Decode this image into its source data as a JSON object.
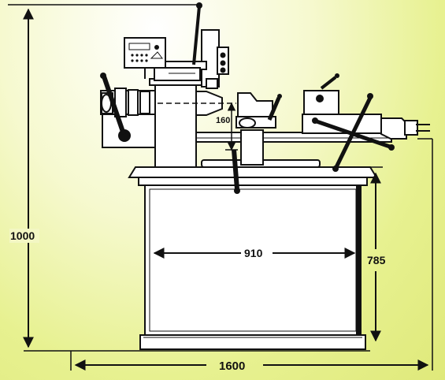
{
  "dimensions": {
    "total_height": "1000",
    "total_length": "1600",
    "cabinet_width": "910",
    "cabinet_height": "785",
    "center_height": "160"
  },
  "colors": {
    "background": "#e7f190",
    "line": "#111111",
    "panel": "#ffffff"
  },
  "icons": [
    "dro-panel-icon",
    "handwheel-icon",
    "lever-icon"
  ]
}
